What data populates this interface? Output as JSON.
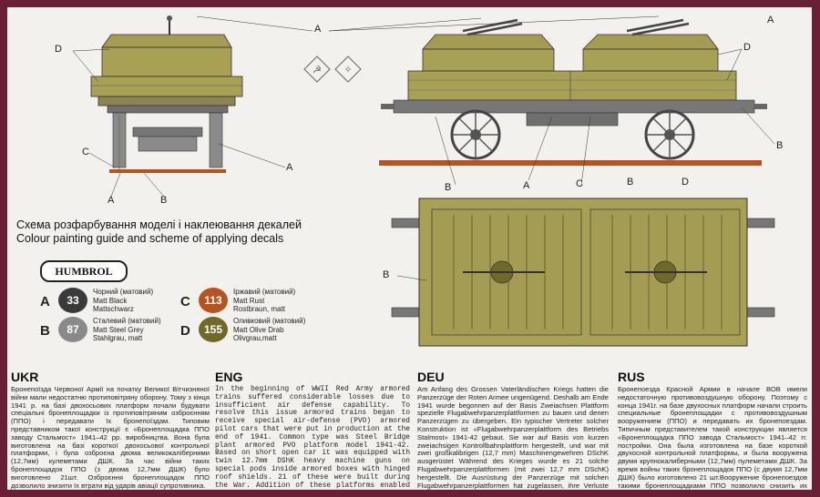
{
  "colors": {
    "frame": "#6b1f36",
    "paper": "#f3f1ee",
    "olive": "#a7a055",
    "rust": "#b8531f"
  },
  "callouts": {
    "A": "A",
    "B": "B",
    "C": "C",
    "D": "D"
  },
  "guide": {
    "line1": "Схема розфарбування моделі і наклеювання декалей",
    "line2": "Colour painting guide and scheme of applying decals"
  },
  "brand": "HUMBROL",
  "paints": [
    {
      "letter": "A",
      "code": "33",
      "names": [
        "Чорний (матовий)",
        "Matt Black",
        "Mattschwarz"
      ],
      "color": "#3a3a3a"
    },
    {
      "letter": "B",
      "code": "87",
      "names": [
        "Сталевий (матовий)",
        "Matt Steel Grey",
        "Stahlgrau, matt"
      ],
      "color": "#8a8a8a"
    },
    {
      "letter": "C",
      "code": "113",
      "names": [
        "Іржавий (матовий)",
        "Matt Rust",
        "Rostbraun, matt"
      ],
      "color": "#b8531f"
    },
    {
      "letter": "D",
      "code": "155",
      "names": [
        "Оливковий (матовий)",
        "Matt Olive Drab",
        "Olivgrau,matt"
      ],
      "color": "#6f6a2a"
    }
  ],
  "texts": {
    "ukr": {
      "heading": "UKR",
      "body": "Бронепоїзда Червоної Армії на початку Великої Вітчизняної війни мали недостатню протиповітряну оборону. Тому з кінця 1941 р. на базі двохосьових платформ почали будувати спеціальні бронеплощадки із протиповітряним озброєнням (ППО) і передавати їх бронепоїздам. Типовим представником такої конструкції є «Бронеплощадка ППО заводу Стальмост» 1941–42 рр. виробництва. Вона була виготовлена на базі короткої двохосьової контрольної платформи, і була озброєна двома великокаліберними (12,7мм) кулеметами ДШК. За час війни таких бронеплощадок ППО (з двома 12,7мм ДШК) було виготовлено 21шт. Озброєння бронеплощадок ППО дозволило знизити їх втрати від ударів авіації супротивника."
    },
    "eng": {
      "heading": "ENG",
      "body": "In the beginning of WWII Red Army armored trains suffered considerable losses due to insufficient air defense capability. To resolve this issue armored trains began to receive special air-defense (PVO) armored pilot cars that were put in production at the end of 1941. Common type was Steel Bridge plant armored PVO platform model 1941-42. Based on short open car it was equipped with twin 12.7mm DShK heavy machine guns on special pods inside armored boxes with hinged roof shields. 21 of these were built during the War. Addition of these platforms enabled to decrease losses due to air attacks."
    },
    "deu": {
      "heading": "DEU",
      "body": "Am Anfang des Grossen Vaterländischen Kriegs hatten die Panzerzüge der Roten Armee ungenügend. Deshalb am Ende 1941 wurde begonnen auf der Basis Zweiachsen Plattform spezielle Flugabwehrpanzerplattformen zu bauen und denen Panzerzügen zu übergeben. Ein typischer Vertreter solcher Konstruktion ist «Flugabwehrpanzerplattform des Betriebs Stalmost» 1941-42 gebaut. Sie war auf Basis von kurzen zweiachsigen Kontrollbahnplattform hergestellt, und war mit zwei großkalibrigen (12,7 mm) Maschinengewehren DSchK ausgerüstet Während des Krieges wurde es 21 solche Flugabwehrpanzerplattformen (mit zwei 12,7 mm DSchK) hergestellt. Die Ausrüstung der Panzerzüge mit solchen Flugabwehrpanzerplattformen hat zugelassen, ihre Verluste von den Schlägen der Luftflotte des Gegners zu verringern."
    },
    "rus": {
      "heading": "RUS",
      "body": "Бронепоезда Красной Армии в начале ВОВ имели недостаточную противовоздушную оборону. Поэтому с конца 1941г. на базе двухосных платформ начали строить специальные бронеплощадки с противовоздушным вооружением (ППО) и передавать их бронепоездам. Типичным представителем такой конструкции является «Бронеплощадка ППО завода Стальмост» 1941–42 гг. постройки. Она была изготовлена на базе короткой двухосной контрольной платформы, и была вооружена двумя крупнокалиберными (12,7мм) пулеметами ДШК. За время войны таких бронеплощадок ППО (с двумя 12,7мм ДШК) было изготовлено 21 шт.Вооружение бронепоездов такими бронеплощадками ППО позволило снизить их потери от ударов авиации противника."
    }
  }
}
